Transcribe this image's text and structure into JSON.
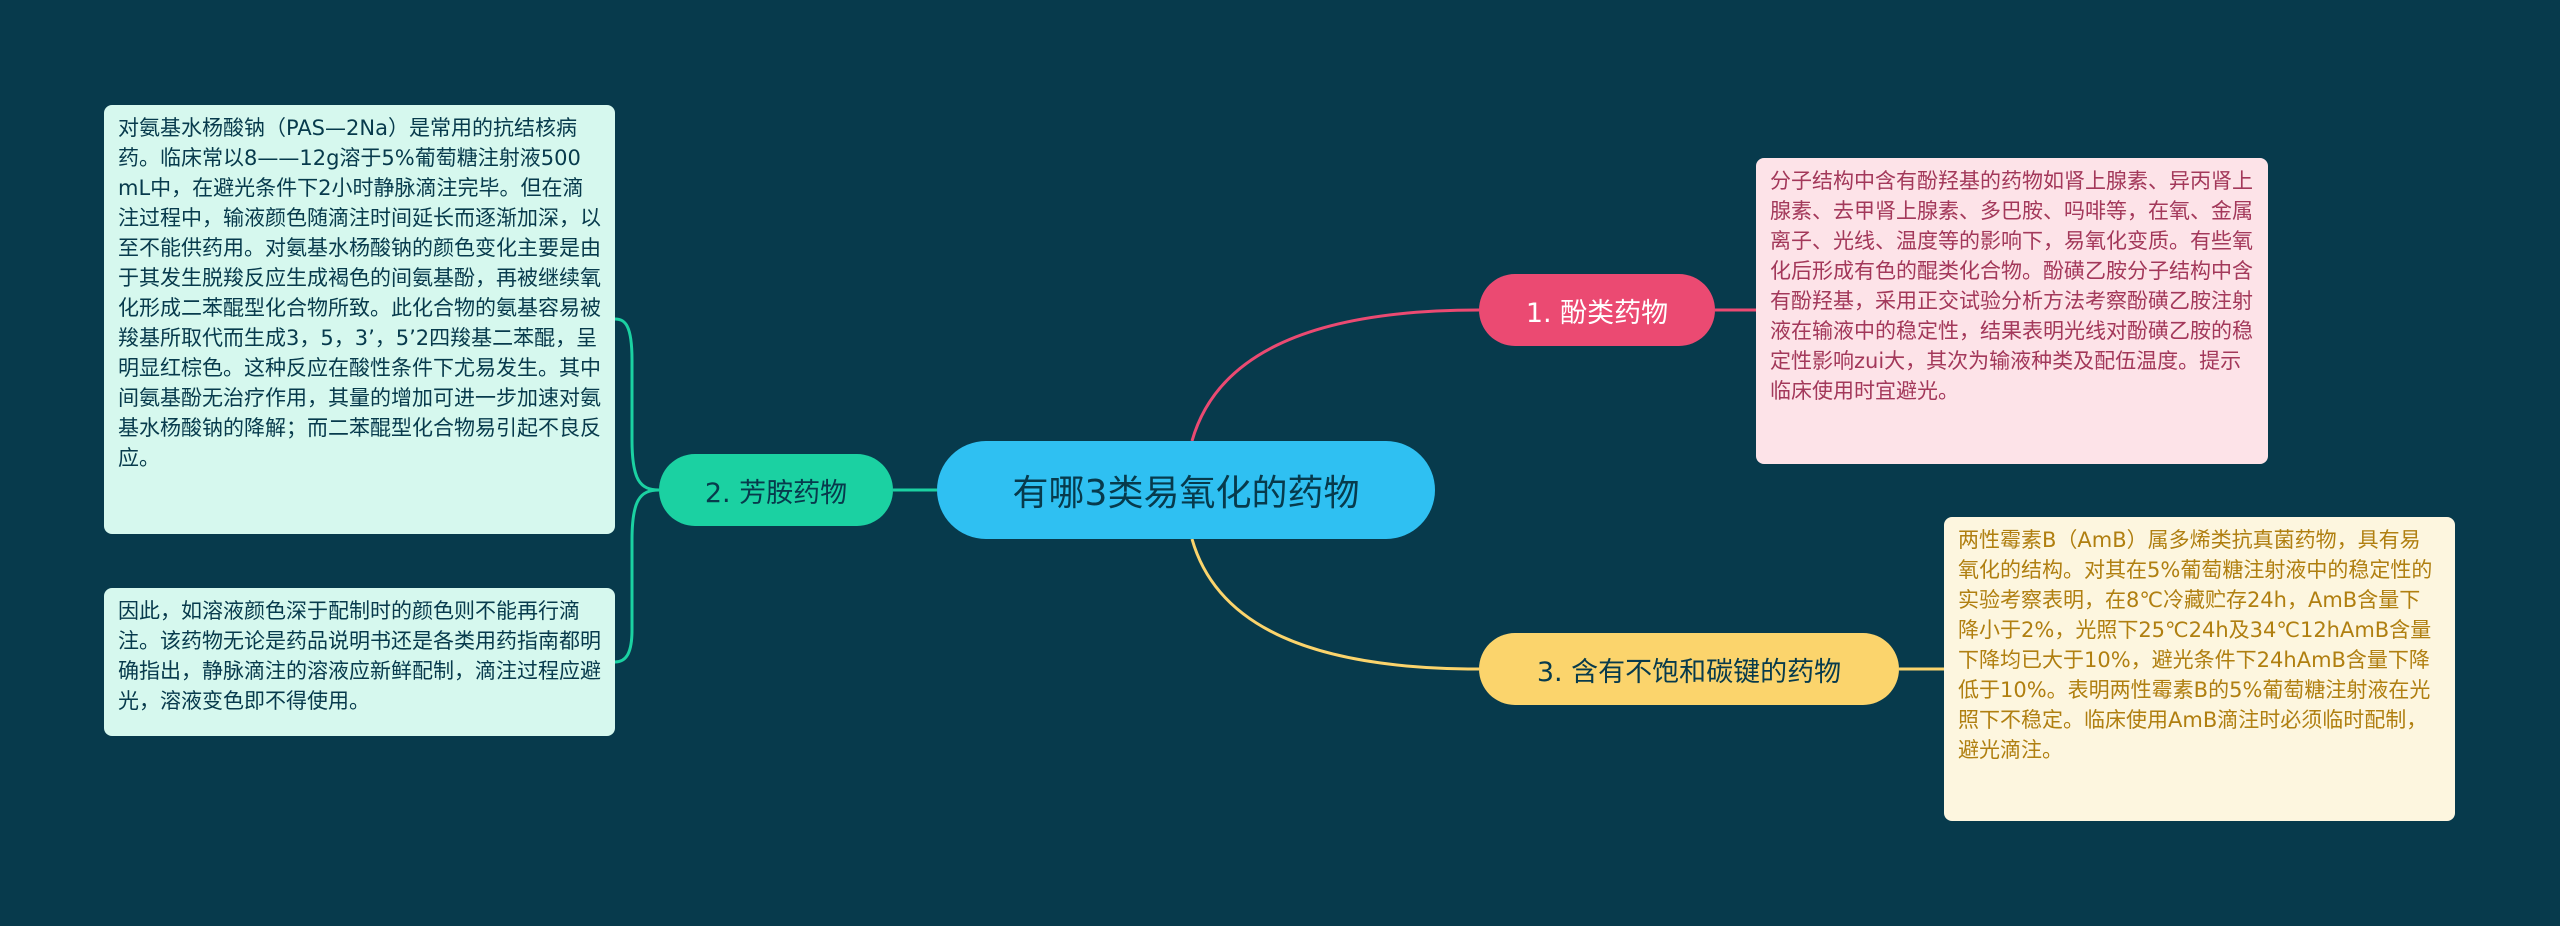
{
  "root": {
    "label": "有哪3类易氧化的药物"
  },
  "branches": [
    {
      "label": "1. 酚类药物",
      "color": "#eb4a72",
      "details": [
        "分子结构中含有酚羟基的药物如肾上腺素、异丙肾上腺素、去甲肾上腺素、多巴胺、吗啡等，在氧、金属离子、光线、温度等的影响下，易氧化变质。有些氧化后形成有色的醌类化合物。酚磺乙胺分子结构中含有酚羟基，采用正交试验分析方法考察酚磺乙胺注射液在输液中的稳定性，结果表明光线对酚磺乙胺的稳定性影响zui大，其次为输液种类及配伍温度。提示临床使用时宜避光。"
      ]
    },
    {
      "label": "2. 芳胺药物",
      "color": "#1bd1a2",
      "details": [
        "对氨基水杨酸钠（PAS—2Na）是常用的抗结核病药。临床常以8——12g溶于5%葡萄糖注射液500mL中，在避光条件下2小时静脉滴注完毕。但在滴注过程中，输液颜色随滴注时间延长而逐渐加深，以至不能供药用。对氨基水杨酸钠的颜色变化主要是由于其发生脱羧反应生成褐色的间氨基酚，再被继续氧化形成二苯醌型化合物所致。此化合物的氨基容易被羧基所取代而生成3，5，3’，5’2四羧基二苯醌，呈明显红棕色。这种反应在酸性条件下尤易发生。其中间氨基酚无治疗作用，其量的增加可进一步加速对氨基水杨酸钠的降解；而二苯醌型化合物易引起不良反应。",
        "因此，如溶液颜色深于配制时的颜色则不能再行滴注。该药物无论是药品说明书还是各类用药指南都明确指出，静脉滴注的溶液应新鲜配制，滴注过程应避光，溶液变色即不得使用。"
      ]
    },
    {
      "label": "3. 含有不饱和碳键的药物",
      "color": "#fbd46c",
      "details": [
        "两性霉素B（AmB）属多烯类抗真菌药物，具有易氧化的结构。对其在5%葡萄糖注射液中的稳定性的实验考察表明，在8℃冷藏贮存24h，AmB含量下降小于2%，光照下25℃24h及34℃12hAmB含量下降均已大于10%，避光条件下24hAmB含量下降低于10%。表明两性霉素B的5%葡萄糖注射液在光照下不稳定。临床使用AmB滴注时必须临时配制，避光滴注。"
      ]
    }
  ],
  "colors": {
    "background": "#073a4c",
    "root": "#2fc0f2"
  }
}
